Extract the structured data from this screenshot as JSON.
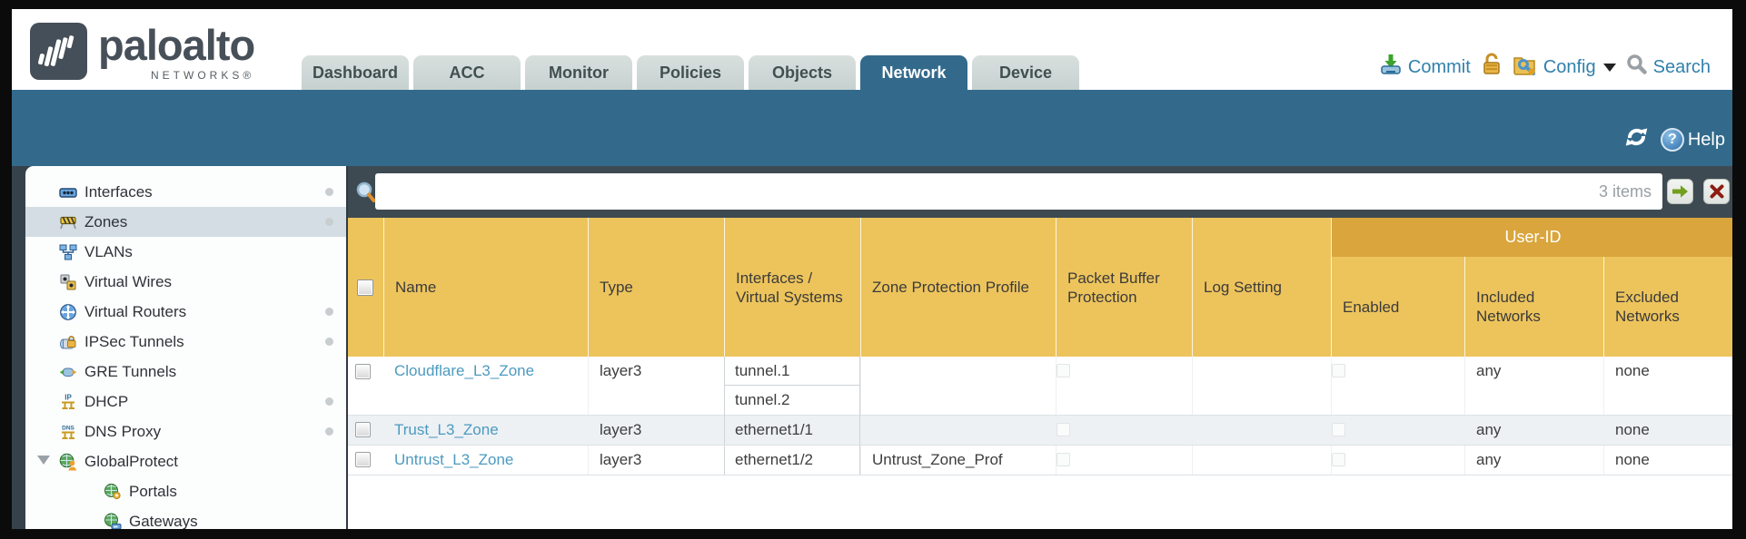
{
  "brand": {
    "wordmark": "paloalto",
    "sub": "NETWORKS®"
  },
  "colors": {
    "accent_teal": "#336a8c",
    "header_orange": "#edc45c",
    "group_orange": "#d9a53c",
    "link_blue": "#4d9ac0",
    "toolbar_slate": "#3e4a52"
  },
  "nav": {
    "tabs": [
      "Dashboard",
      "ACC",
      "Monitor",
      "Policies",
      "Objects",
      "Network",
      "Device"
    ],
    "active_tab": "Network",
    "commit_label": "Commit",
    "config_label": "Config",
    "search_label": "Search"
  },
  "subheader": {
    "help_label": "Help"
  },
  "sidebar": {
    "items": [
      {
        "label": "Interfaces",
        "dot": true,
        "selected": false
      },
      {
        "label": "Zones",
        "dot": true,
        "selected": true
      },
      {
        "label": "VLANs",
        "dot": false,
        "selected": false
      },
      {
        "label": "Virtual Wires",
        "dot": false,
        "selected": false
      },
      {
        "label": "Virtual Routers",
        "dot": true,
        "selected": false
      },
      {
        "label": "IPSec Tunnels",
        "dot": true,
        "selected": false
      },
      {
        "label": "GRE Tunnels",
        "dot": false,
        "selected": false
      },
      {
        "label": "DHCP",
        "dot": true,
        "selected": false
      },
      {
        "label": "DNS Proxy",
        "dot": true,
        "selected": false
      },
      {
        "label": "GlobalProtect",
        "dot": false,
        "selected": false,
        "expanded": true,
        "children": [
          {
            "label": "Portals"
          },
          {
            "label": "Gateways"
          }
        ]
      }
    ]
  },
  "toolbar": {
    "count": "3 items"
  },
  "table": {
    "group_header": "User-ID",
    "columns": [
      "Name",
      "Type",
      "Interfaces / Virtual Systems",
      "Zone Protection Profile",
      "Packet Buffer Protection",
      "Log Setting",
      "Enabled",
      "Included Networks",
      "Excluded Networks"
    ],
    "rows": [
      {
        "name": "Cloudflare_L3_Zone",
        "type": "layer3",
        "interfaces": [
          "tunnel.1",
          "tunnel.2"
        ],
        "zone_protection_profile": "",
        "log_setting": "",
        "included_networks": "any",
        "excluded_networks": "none"
      },
      {
        "name": "Trust_L3_Zone",
        "type": "layer3",
        "interfaces": [
          "ethernet1/1"
        ],
        "zone_protection_profile": "",
        "log_setting": "",
        "included_networks": "any",
        "excluded_networks": "none"
      },
      {
        "name": "Untrust_L3_Zone",
        "type": "layer3",
        "interfaces": [
          "ethernet1/2"
        ],
        "zone_protection_profile": "Untrust_Zone_Prof",
        "log_setting": "",
        "included_networks": "any",
        "excluded_networks": "none"
      }
    ]
  }
}
